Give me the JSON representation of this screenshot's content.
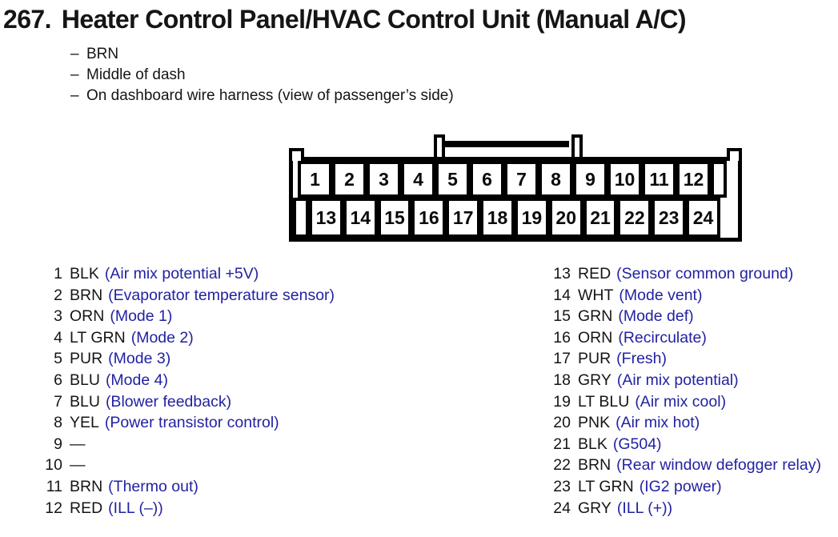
{
  "header": {
    "number": "267.",
    "title": "Heater Control Panel/HVAC Control Unit (Manual A/C)",
    "bullet_marker": "–",
    "notes": [
      "BRN",
      "Middle of dash",
      "On dashboard wire harness (view of passenger’s side)"
    ]
  },
  "connector": {
    "top_pins": [
      "1",
      "2",
      "3",
      "4",
      "5",
      "6",
      "7",
      "8",
      "9",
      "10",
      "11",
      "12"
    ],
    "bottom_pins": [
      "13",
      "14",
      "15",
      "16",
      "17",
      "18",
      "19",
      "20",
      "21",
      "22",
      "23",
      "24"
    ]
  },
  "pins_left": [
    {
      "num": "1",
      "color": "BLK",
      "desc": "(Air mix potential +5V)"
    },
    {
      "num": "2",
      "color": "BRN",
      "desc": "(Evaporator temperature sensor)"
    },
    {
      "num": "3",
      "color": "ORN",
      "desc": "(Mode 1)"
    },
    {
      "num": "4",
      "color": "LT GRN",
      "desc": "(Mode 2)"
    },
    {
      "num": "5",
      "color": "PUR",
      "desc": "(Mode 3)"
    },
    {
      "num": "6",
      "color": "BLU",
      "desc": "(Mode 4)"
    },
    {
      "num": "7",
      "color": "BLU",
      "desc": "(Blower feedback)"
    },
    {
      "num": "8",
      "color": "YEL",
      "desc": "(Power transistor control)"
    },
    {
      "num": "9",
      "color": "—",
      "desc": ""
    },
    {
      "num": "10",
      "color": "—",
      "desc": ""
    },
    {
      "num": "11",
      "color": "BRN",
      "desc": "(Thermo out)"
    },
    {
      "num": "12",
      "color": "RED",
      "desc": "(ILL (–))"
    }
  ],
  "pins_right": [
    {
      "num": "13",
      "color": "RED",
      "desc": "(Sensor common ground)"
    },
    {
      "num": "14",
      "color": "WHT",
      "desc": "(Mode vent)"
    },
    {
      "num": "15",
      "color": "GRN",
      "desc": "(Mode def)"
    },
    {
      "num": "16",
      "color": "ORN",
      "desc": "(Recirculate)"
    },
    {
      "num": "17",
      "color": "PUR",
      "desc": "(Fresh)"
    },
    {
      "num": "18",
      "color": "GRY",
      "desc": "(Air mix potential)"
    },
    {
      "num": "19",
      "color": "LT BLU",
      "desc": "(Air mix cool)"
    },
    {
      "num": "20",
      "color": "PNK",
      "desc": "(Air mix hot)"
    },
    {
      "num": "21",
      "color": "BLK",
      "desc": "(G504)"
    },
    {
      "num": "22",
      "color": "BRN",
      "desc": "(Rear window defogger relay)"
    },
    {
      "num": "23",
      "color": "LT GRN",
      "desc": "(IG2 power)"
    },
    {
      "num": "24",
      "color": "GRY",
      "desc": "(ILL (+))"
    }
  ],
  "colors": {
    "text": "#151515",
    "desc_blue": "#2222a2",
    "diagram_stroke": "#000000"
  }
}
